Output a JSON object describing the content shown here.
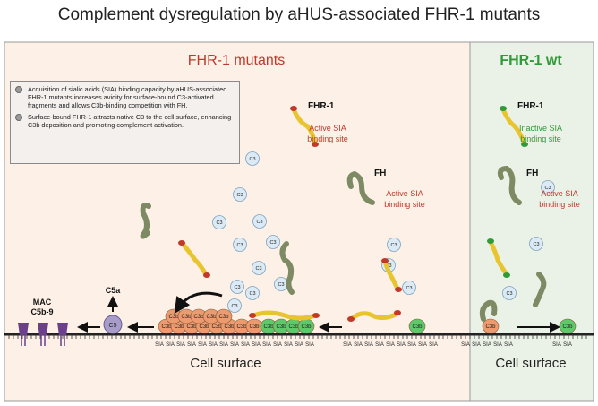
{
  "title": "Complement dysregulation by aHUS-associated FHR-1 mutants",
  "panels": {
    "mutant": {
      "header": "FHR-1 mutants",
      "bullets": [
        "Acquisition of sialic acids (SIA) binding capacity by aHUS-associated FHR-1 mutants increases avidity for surface-bound C3-activated fragments and allows C3b-binding competition with FH.",
        "Surface-bound FHR-1 attracts native C3 to the cell surface, enhancing C3b deposition and promoting complement activation."
      ],
      "fhr1_label": "FHR-1",
      "fhr1_site_line1": "Active SIA",
      "fhr1_site_line2": "binding site",
      "fh_label": "FH",
      "fh_site_line1": "Active SIA",
      "fh_site_line2": "binding site",
      "mac_line1": "MAC",
      "mac_line2": "C5b-9",
      "c5a_label": "C5a",
      "c5_label": "C5",
      "c3_label": "C3",
      "c3b_label": "C3b",
      "sia_label": "SIA",
      "surface_label": "Cell surface"
    },
    "wt": {
      "header": "FHR-1 wt",
      "fhr1_label": "FHR-1",
      "fhr1_site_line1": "Inactive SIA",
      "fhr1_site_line2": "binding site",
      "fh_label": "FH",
      "fh_site_line1": "Active SIA",
      "fh_site_line2": "binding site",
      "c3_label": "C3",
      "c3b_label": "C3b",
      "sia_label": "SIA",
      "surface_label": "Cell surface"
    }
  },
  "colors": {
    "mutant_bg": "#fcf0e7",
    "wt_bg": "#eaf1e6",
    "mutant_header": "#c0392b",
    "wt_header": "#2f9a37",
    "active_site": "#c0392b",
    "inactive_site": "#2f9a37",
    "c3_fill": "#dbeaf4",
    "c3b_orange": "#ec9a6e",
    "c3b_green": "#5ec86a",
    "c5_fill": "#a89dc9",
    "mac_color": "#6a3f8c",
    "fhr1_body": "#e8c52e",
    "fh_body": "#7e8a63"
  }
}
